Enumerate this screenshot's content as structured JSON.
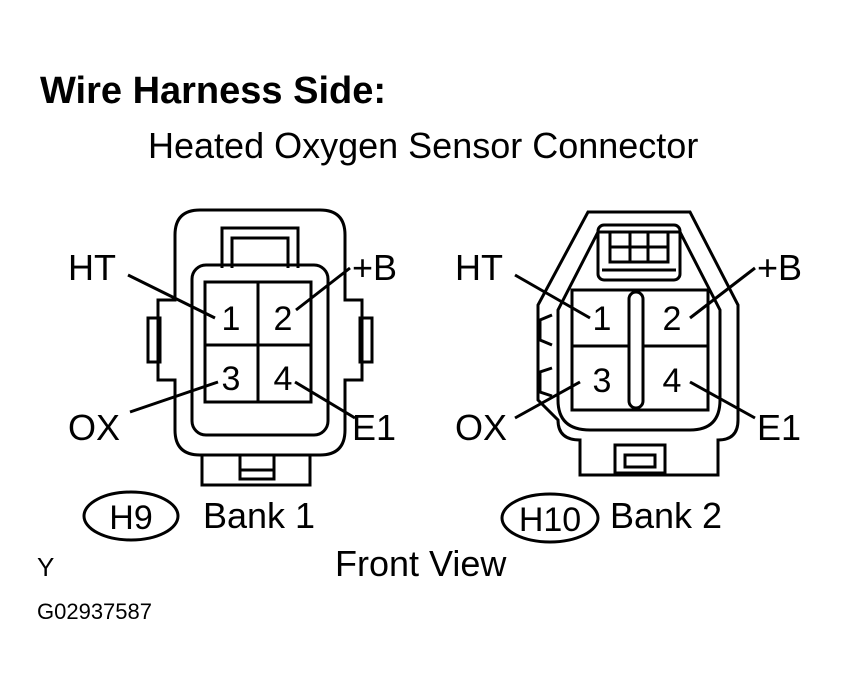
{
  "header": {
    "title": "Wire Harness Side:",
    "subtitle": "Heated Oxygen Sensor Connector"
  },
  "connectors": [
    {
      "code": "H9",
      "bank_label": "Bank 1",
      "pin_numbers": [
        "1",
        "2",
        "3",
        "4"
      ],
      "terminals": {
        "pin1": "HT",
        "pin2": "+B",
        "pin3": "OX",
        "pin4": "E1"
      }
    },
    {
      "code": "H10",
      "bank_label": "Bank 2",
      "pin_numbers": [
        "1",
        "2",
        "3",
        "4"
      ],
      "terminals": {
        "pin1": "HT",
        "pin2": "+B",
        "pin3": "OX",
        "pin4": "E1"
      }
    }
  ],
  "view_label": "Front View",
  "corner_mark": "Y",
  "figure_id": "G02937587"
}
